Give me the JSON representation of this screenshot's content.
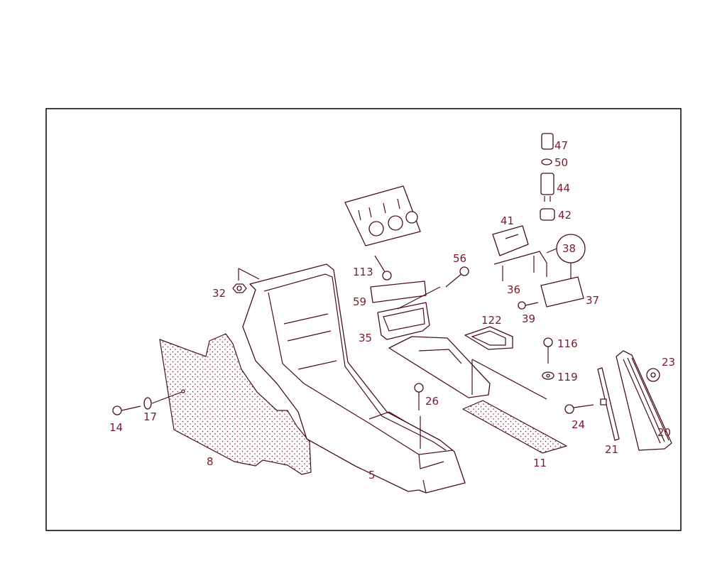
{
  "colors": {
    "line": "#4a0f1a",
    "label": "#7a1a2a",
    "frame": "#000000",
    "background": "#ffffff"
  },
  "labels": [
    {
      "id": "47",
      "text": "47"
    },
    {
      "id": "50",
      "text": "50"
    },
    {
      "id": "44",
      "text": "44"
    },
    {
      "id": "42",
      "text": "42"
    },
    {
      "id": "41",
      "text": "41"
    },
    {
      "id": "38",
      "text": "38"
    },
    {
      "id": "36",
      "text": "36"
    },
    {
      "id": "37",
      "text": "37"
    },
    {
      "id": "39",
      "text": "39"
    },
    {
      "id": "113",
      "text": "113"
    },
    {
      "id": "56",
      "text": "56"
    },
    {
      "id": "32",
      "text": "32"
    },
    {
      "id": "59",
      "text": "59"
    },
    {
      "id": "35",
      "text": "35"
    },
    {
      "id": "122",
      "text": "122"
    },
    {
      "id": "116",
      "text": "116"
    },
    {
      "id": "119",
      "text": "119"
    },
    {
      "id": "23",
      "text": "23"
    },
    {
      "id": "26",
      "text": "26"
    },
    {
      "id": "14",
      "text": "14"
    },
    {
      "id": "17",
      "text": "17"
    },
    {
      "id": "24",
      "text": "24"
    },
    {
      "id": "20",
      "text": "20"
    },
    {
      "id": "21",
      "text": "21"
    },
    {
      "id": "8",
      "text": "8"
    },
    {
      "id": "5",
      "text": "5"
    },
    {
      "id": "11",
      "text": "11"
    }
  ]
}
